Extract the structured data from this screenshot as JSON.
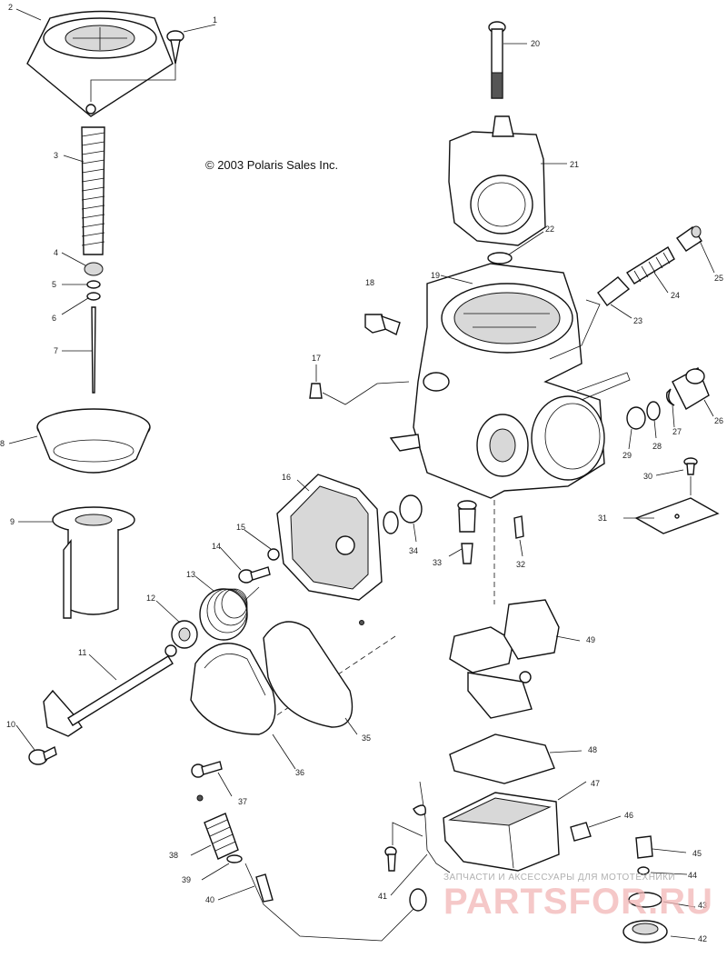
{
  "copyright": "© 2003 Polaris Sales Inc.",
  "watermark": {
    "tagline": "ЗАПЧАСТИ И АКСЕССУАРЫ ДЛЯ МОТОТЕХНИКИ",
    "brand": "PARTSFOR.RU",
    "color": "#f2b5b5"
  },
  "callouts": [
    "1",
    "2",
    "3",
    "4",
    "5",
    "6",
    "7",
    "8",
    "9",
    "10",
    "11",
    "12",
    "13",
    "14",
    "15",
    "16",
    "17",
    "18",
    "19",
    "20",
    "21",
    "22",
    "23",
    "24",
    "25",
    "26",
    "27",
    "28",
    "29",
    "30",
    "31",
    "32",
    "33",
    "34",
    "35",
    "36",
    "37",
    "38",
    "39",
    "40",
    "41",
    "42",
    "43",
    "44",
    "45",
    "46",
    "47",
    "48",
    "49"
  ]
}
